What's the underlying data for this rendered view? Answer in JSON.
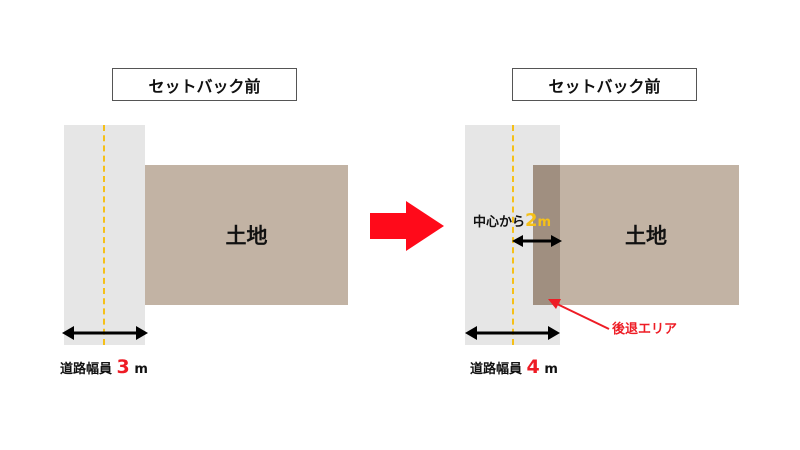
{
  "colors": {
    "road": "#e6e6e6",
    "center_line": "#f5c018",
    "land": "#c2b3a4",
    "setback_area": "#a08f80",
    "accent_red": "#ee1c25",
    "arrow": "#ff0a1a"
  },
  "before": {
    "title": "セットバック前",
    "land_label": "土地",
    "road_width_label": "道路幅員",
    "road_width_value": "3",
    "road_width_unit": "m"
  },
  "after": {
    "title": "セットバック前",
    "land_label": "土地",
    "center_distance_label": "中心から",
    "center_distance_value": "2",
    "center_distance_unit": "m",
    "setback_area_label": "後退エリア",
    "road_width_label": "道路幅員",
    "road_width_value": "4",
    "road_width_unit": "m"
  },
  "transition_arrow": "right-arrow"
}
